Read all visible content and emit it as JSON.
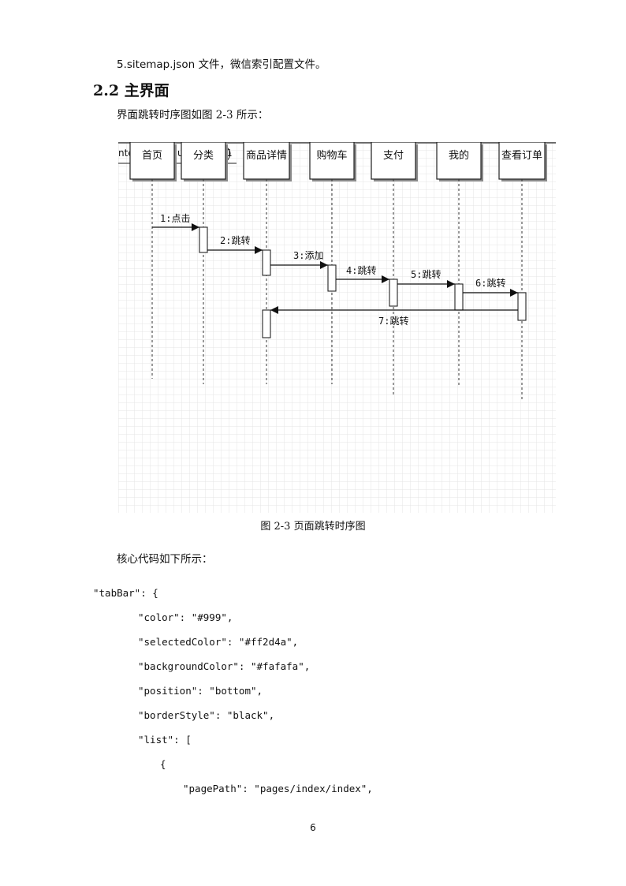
{
  "paragraph1": "5.sitemap.json 文件，微信索引配置文件。",
  "section_heading": "2.2 主界面",
  "paragraph2": "界面跳转时序图如图 2-3 所示：",
  "diagram": {
    "partial_labels": [
      "nte",
      "u",
      "1"
    ],
    "lifelines": [
      "首页",
      "分类",
      "商品详情",
      "购物车",
      "支付",
      "我的",
      "查看订单"
    ],
    "messages": [
      "1:点击",
      "2:跳转",
      "3:添加",
      "4:跳转",
      "5:跳转",
      "6:跳转",
      "7:跳转"
    ]
  },
  "caption": "图 2-3 页面跳转时序图",
  "paragraph3": "核心代码如下所示：",
  "code_lines": [
    "\"tabBar\":  {",
    "\"color\":  \"#999\",",
    "\"selectedColor\":  \"#ff2d4a\",",
    "\"backgroundColor\":  \"#fafafa\",",
    "\"position\":  \"bottom\",",
    "\"borderStyle\":  \"black\",",
    "\"list\":  [",
    "{",
    "\"pagePath\":  \"pages/index/index\","
  ],
  "page_number": "6"
}
